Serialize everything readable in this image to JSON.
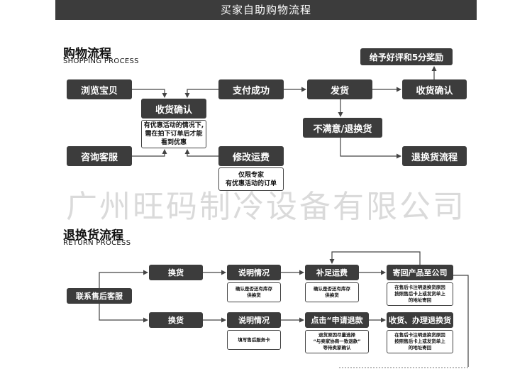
{
  "header": {
    "title": "买家自助购物流程"
  },
  "watermark": "广州旺码制冷设备有限公司",
  "shopping": {
    "title": "购物流程",
    "subtitle": "SHOPPING PROCESS",
    "reward": "给予好评和5分奖励",
    "browse": "浏览宝贝",
    "paid": "支付成功",
    "ship": "发货",
    "confirm_receipt": "收货确认",
    "confirm_center": "收货确认",
    "confirm_note": "有优惠活动的情况下,\n需在拍下订单后才能\n看到优惠",
    "consult": "咨询客服",
    "edit_freight": "修改运费",
    "edit_note": "仅限专家\n有优惠活动的订单",
    "unsatisfied": "不满意/退换货",
    "return_process": "退换货流程"
  },
  "returns": {
    "title": "退换货流程",
    "subtitle": "RETURN PROCESS",
    "contact": "联系售后客服",
    "exchange1": "换货",
    "exchange2": "换货",
    "explain1": "说明情况",
    "explain1_note": "确认是否还有库存\n供换货",
    "explain2": "说明情况",
    "explain2_note": "填写售后服务卡",
    "freight": "补足运费",
    "freight_note": "确认是否还有库存\n供换货",
    "apply_refund": "点击“申请退款",
    "apply_note": "退货原因尽量选择\n“与卖家协商一致退款”\n等待卖家确认",
    "send_back": "寄回产品至公司",
    "send_note": "在售后卡注明退换货原因\n按照售后卡上或发货单上\n的地址寄回",
    "receive": "收货、办理退换货",
    "receive_note": "在售后卡注明退换货原因\n按照售后卡上或发货单上\n的地址寄回"
  },
  "colors": {
    "box": "#3c3c3c",
    "text_on_box": "#ffffff",
    "line": "#444444"
  }
}
